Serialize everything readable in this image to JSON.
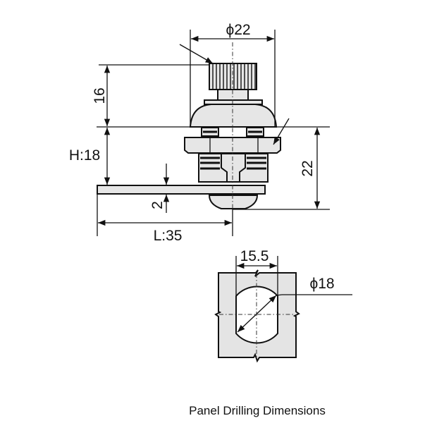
{
  "lock_drawing": {
    "diameter_label": "ϕ22",
    "knob_height_label": "16",
    "height_label": "H:18",
    "body_height_label": "22",
    "cam_thickness_label": "2",
    "length_label": "L:35"
  },
  "panel_drilling": {
    "width_label": "15.5",
    "diameter_label": "ϕ18",
    "caption": "Panel Drilling Dimensions"
  }
}
